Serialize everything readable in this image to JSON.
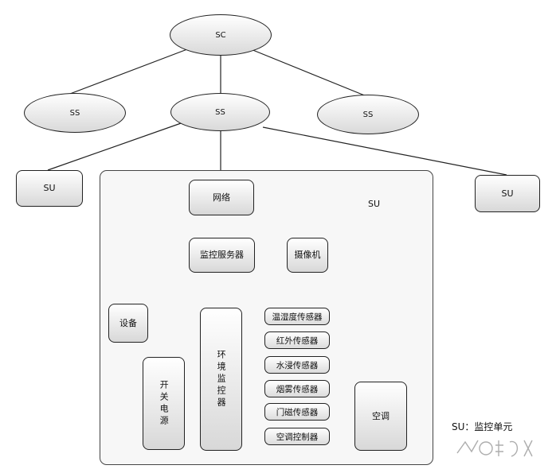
{
  "nodes": {
    "sc": "SC",
    "ss_left": "SS",
    "ss_center": "SS",
    "ss_right": "SS",
    "su_left": "SU",
    "su_right": "SU",
    "su_frame_label": "SU",
    "network": "网络",
    "server": "监控服务器",
    "camera": "摄像机",
    "device": "设备",
    "switch_power": "开关电源",
    "env_controller": "环境监控器",
    "aircon": "空调"
  },
  "sensors": [
    "温湿度传感器",
    "红外传感器",
    "水浸传感器",
    "烟雾传感器",
    "门磁传感器",
    "空调控制器"
  ],
  "legend": {
    "su": "SU：监控单元"
  }
}
